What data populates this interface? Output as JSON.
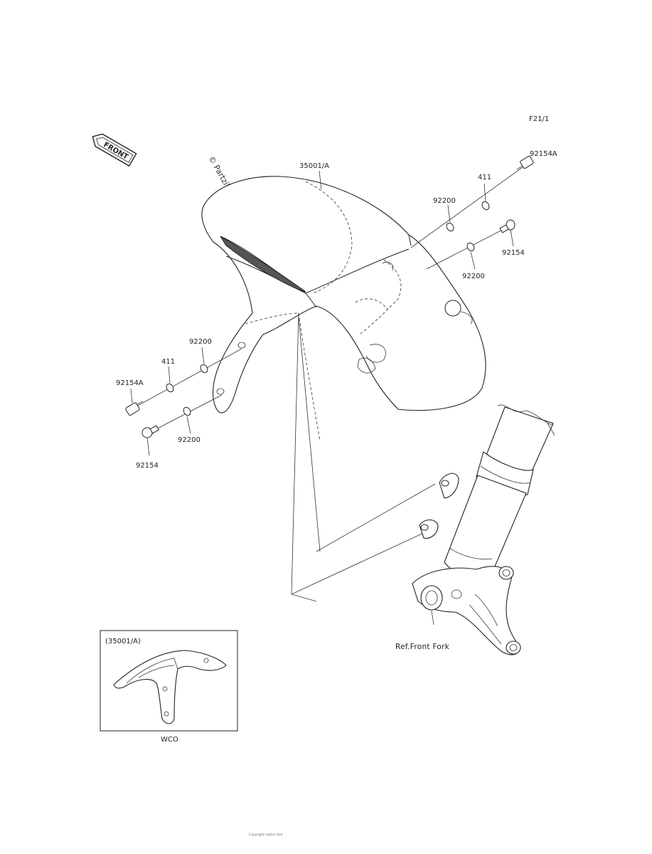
{
  "page": {
    "ref_code": "F21/1",
    "footer": "Copyright notice text"
  },
  "front_badge": {
    "text": "FRONT"
  },
  "watermark": {
    "text": "© Partzilla.com"
  },
  "callouts": {
    "fender": "35001/A",
    "bolt_a_right": "92154A",
    "washer_411_right": "411",
    "washer_92200_right_upper": "92200",
    "bolt_right": "92154",
    "washer_92200_right_lower": "92200",
    "washer_92200_left_upper": "92200",
    "washer_411_left": "411",
    "bolt_a_left": "92154A",
    "washer_92200_left_lower": "92200",
    "bolt_left": "92154",
    "front_fork_ref": "Ref.Front Fork"
  },
  "inset": {
    "label": "(35001/A)",
    "caption": "WCO"
  }
}
